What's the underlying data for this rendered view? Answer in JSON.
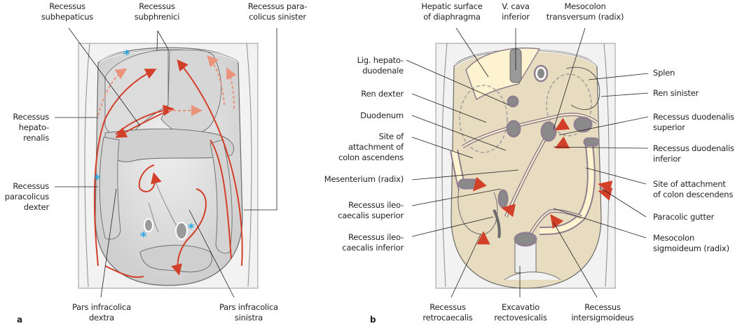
{
  "figure": {
    "panel_a": {
      "letter": "a",
      "labels": {
        "recessus_subhepaticus": "Recessus\nsubhepaticus",
        "recessus_subphrenici": "Recessus\nsubphrenici",
        "recessus_paracolicus_sinister": "Recessus para-\ncolicus sinister",
        "recessus_hepatorenalis": "Recessus\nhepato-\nrenalis",
        "recessus_paracolicus_dexter": "Recessus\nparacolicus\ndexter",
        "pars_infracolica_dextra": "Pars infracolica\ndextra",
        "pars_infracolica_sinistra": "Pars infracolica\nsinistra"
      }
    },
    "panel_b": {
      "letter": "b",
      "labels": {
        "hepatic_surface": "Hepatic surface\nof diaphragma",
        "v_cava_inferior": "V. cava\ninferior",
        "mesocolon_transversum": "Mesocolon\ntransversum (radix)",
        "lig_hepatoduodenale": "Lig. hepato-\nduodenale",
        "ren_dexter": "Ren dexter",
        "duodenum": "Duodenum",
        "site_colon_ascendens": "Site of\nattachment of\ncolon ascendens",
        "mesenterium": "Mesenterium (radix)",
        "recessus_ileocaecalis_superior": "Recessus ileo-\ncaecalis superior",
        "recessus_ileocaecalis_inferior": "Recessus ileo-\ncaecalis inferior",
        "splen": "Splen",
        "ren_sinister": "Ren sinister",
        "recessus_duodenalis_superior": "Recessus duodenalis\nsuperior",
        "recessus_duodenalis_inferior": "Recessus duodenalis\ninferior",
        "site_colon_descendens": "Site of attachment\nof colon descendens",
        "paracolic_gutter": "Paracolic gutter",
        "mesocolon_sigmoideum": "Mesocolon\nsigmoideum (radix)",
        "recessus_retrocaecalis": "Recessus\nretrocaecalis",
        "excavatio_rectovesicalis": "Excavatio\nrectovesicalis",
        "recessus_intersigmoideus": "Recessus\nintersigmoideus"
      }
    },
    "colors": {
      "flow_arrow": "#d2402a",
      "flow_arrow_dashed": "#e8937a",
      "marker_asterisk": "#29a8e0",
      "organ_gray": "#d9d9d9",
      "wall_gray": "#bfbfbf",
      "peritoneum_beige": "#e8dcc0",
      "liver_area_cream": "#fdf3d0",
      "mesentery_outline": "#8f7f8f",
      "leader_line": "#231f20"
    }
  }
}
